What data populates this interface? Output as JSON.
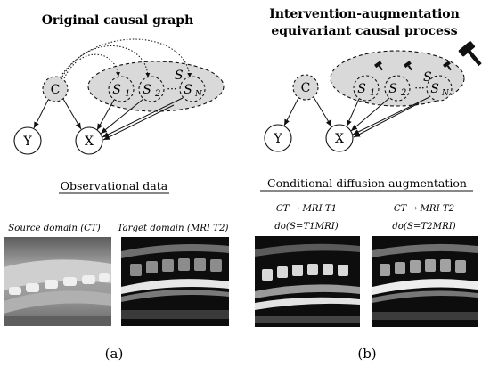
{
  "panel_a": {
    "title": "Original causal graph",
    "obs_heading": "Observational data",
    "source_caption": "Source domain (CT)",
    "target_caption": "Target domain (MRI T2)",
    "label": "(a)",
    "nodes": {
      "C": "C",
      "S": "S",
      "S1": "S",
      "S1_sub": "1",
      "S2": "S",
      "S2_sub": "2",
      "dots": "···",
      "SN": "S",
      "SN_sub": "N",
      "Y": "Y",
      "X": "X"
    }
  },
  "panel_b": {
    "title_line1": "Intervention-augmentation",
    "title_line2": "equivariant causal process",
    "diff_heading": "Conditional diffusion augmentation",
    "col1_line1": "CT → MRI T1",
    "col1_line2": "do(S=T1MRI)",
    "col2_line1": "CT → MRI T2",
    "col2_line2": "do(S=T2MRI)",
    "label": "(b)",
    "nodes": {
      "C": "C",
      "S": "S",
      "S1": "S",
      "S1_sub": "1",
      "S2": "S",
      "S2_sub": "2",
      "dots": "···",
      "SN": "S",
      "SN_sub": "N",
      "Y": "Y",
      "X": "X"
    }
  },
  "colors": {
    "ellipse_fill": "#d9d9d9",
    "node_stroke": "#111111",
    "image_dark": "#0d0d0d",
    "image_ct": "#8a8a8a"
  },
  "icons": {
    "hammer": "gavel-icon"
  }
}
